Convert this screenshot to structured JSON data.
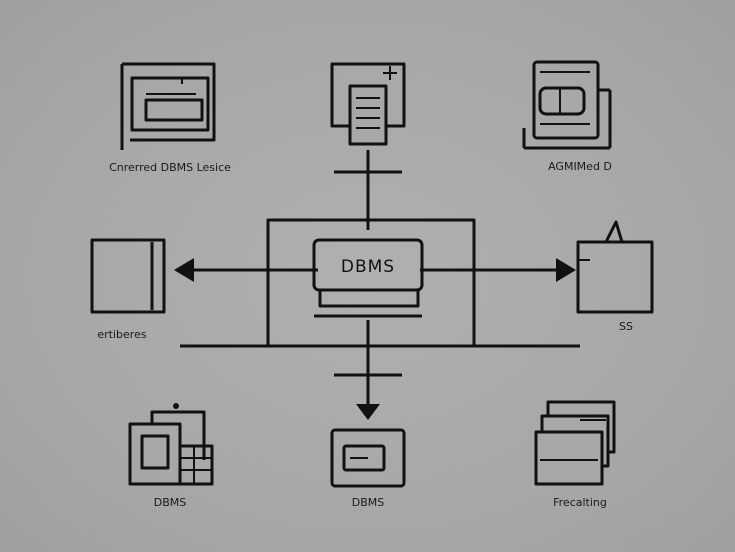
{
  "diagram": {
    "center_label": "DBMS",
    "nodes": {
      "top_left": "Cnrerred DBMS Lesice",
      "top_right": "AGMIMed D",
      "left": "ertiberes",
      "right": "SS",
      "bottom_left": "DBMS",
      "bottom_center": "DBMS",
      "bottom_right": "Frecalting"
    }
  },
  "colors": {
    "background": "#a9a9a9",
    "stroke": "#111111"
  }
}
